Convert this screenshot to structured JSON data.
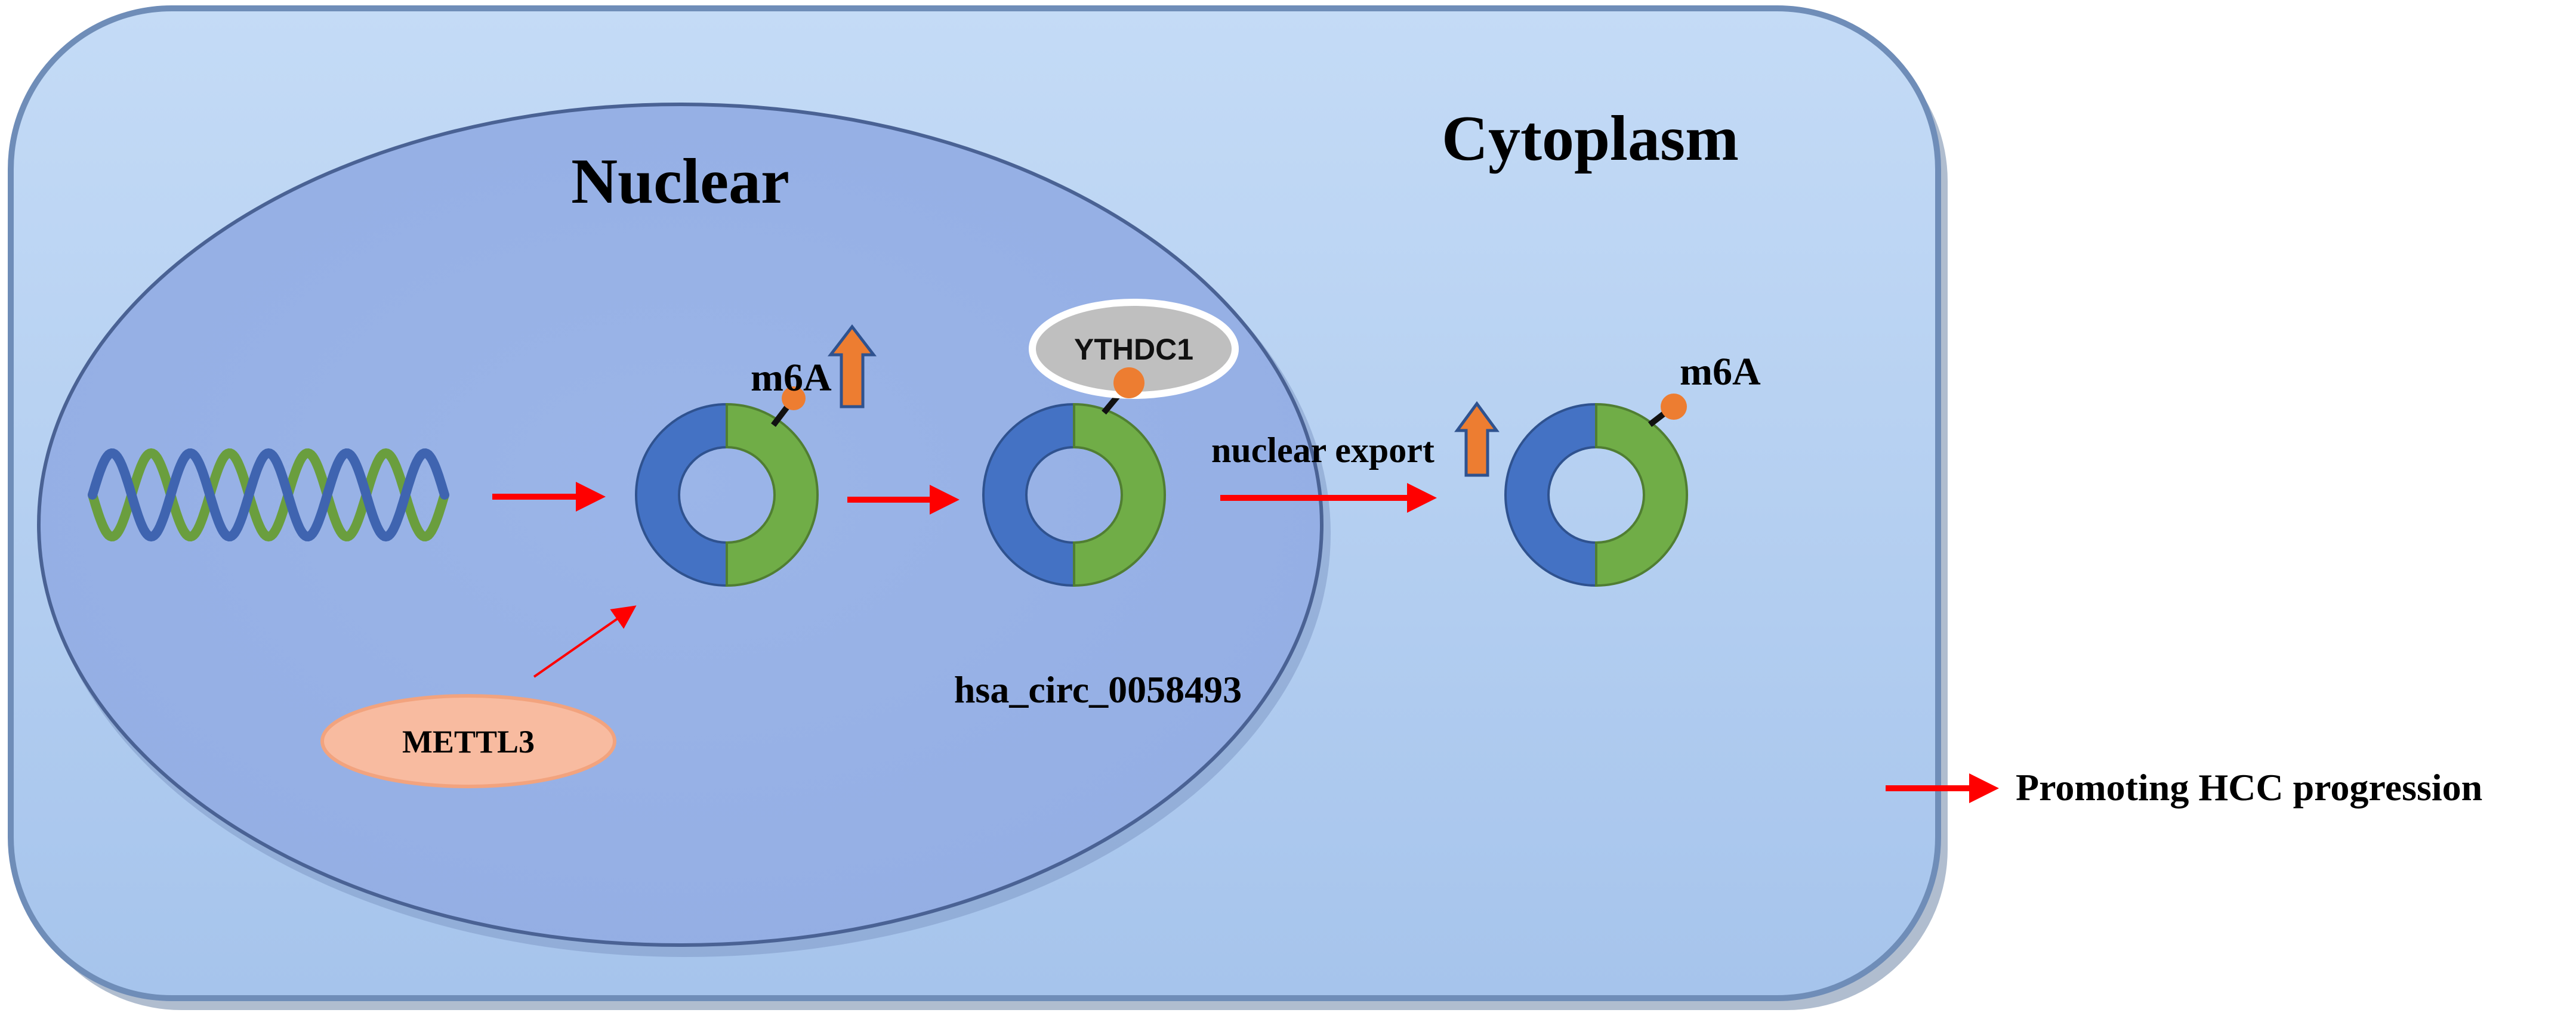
{
  "labels": {
    "nuclear": "Nuclear",
    "cytoplasm": "Cytoplasm",
    "m6a_nuclear": "m6A",
    "m6a_cytoplasm": "m6A",
    "ythdc1": "YTHDC1",
    "circ_name": "hsa_circ_0058493",
    "nuclear_export": "nuclear export",
    "mettl3": "METTL3",
    "outcome": "Promoting HCC progression"
  },
  "colors": {
    "cell_fill": "#b3cff2",
    "nucleus_fill": "#9bb5e8",
    "dna_blue": "#3f64b0",
    "dna_green": "#6a9e3e",
    "ring_blue": "#4472c4",
    "ring_green": "#70ad47",
    "m6a_dot": "#ed7d31",
    "up_arrow": "#ed7d31",
    "flow_arrow": "#ff0000",
    "ythdc1_fill": "#bfbfbf",
    "mettl3_fill": "#f8bba0"
  },
  "icons": {
    "dna": "dna-double-helix-icon",
    "circ_rna": "circular-rna-ring-icon",
    "m6a_mark": "m6a-methylation-dot-icon",
    "increase": "up-arrow-icon"
  }
}
